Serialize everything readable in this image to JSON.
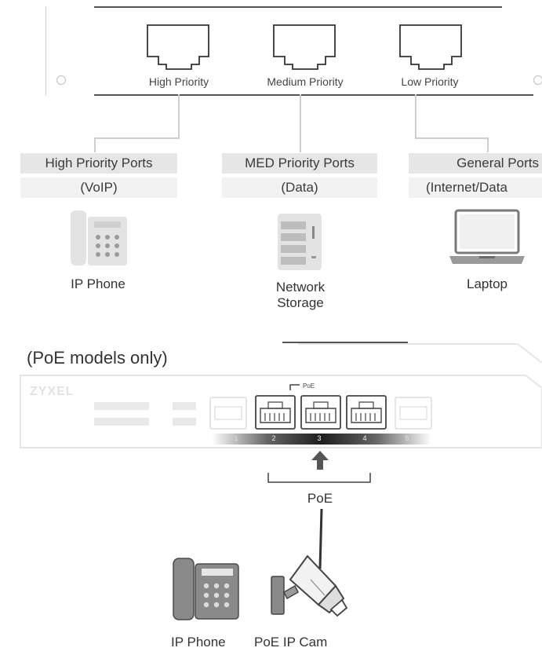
{
  "ports": {
    "high": "High Priority",
    "medium": "Medium Priority",
    "low": "Low Priority"
  },
  "groups": {
    "high": {
      "title": "High Priority Ports",
      "sub": "(VoIP)",
      "device": "IP Phone"
    },
    "med": {
      "title": "MED Priority Ports",
      "sub": "(Data)",
      "device_line1": "Network",
      "device_line2": "Storage"
    },
    "general": {
      "title": "General Ports",
      "sub": "(Internet/Data",
      "device": "Laptop"
    }
  },
  "poe_section": {
    "title": "(PoE models only)",
    "switch_brand": "ZYXEL",
    "switch_poe_tag": "PoE",
    "port_numbers": [
      "1",
      "2",
      "3",
      "4",
      "5"
    ],
    "poe_label": "PoE",
    "devices": [
      "IP Phone",
      "PoE IP Cam"
    ]
  },
  "colors": {
    "line": "#cfcfcf",
    "dark": "#555555",
    "header_bg": "#e6e6e6",
    "sub_bg": "#f2f2f2"
  },
  "icons": [
    "rj45-port-icon",
    "ip-phone-icon",
    "network-storage-icon",
    "laptop-icon",
    "arrow-up-icon",
    "ip-camera-icon"
  ]
}
